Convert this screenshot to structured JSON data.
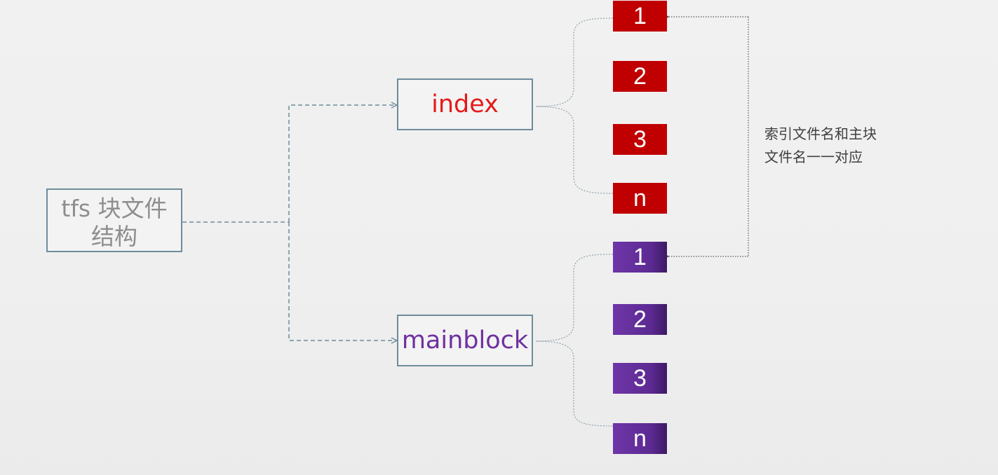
{
  "root": {
    "label_line1": "tfs 块文件",
    "label_line2": "结构"
  },
  "index": {
    "label": "index",
    "color": "#e51a1a",
    "tile_color": "#c00000",
    "items": [
      "1",
      "2",
      "3",
      "n"
    ]
  },
  "mainblock": {
    "label": "mainblock",
    "color": "#7030a0",
    "tile_color": "#6f35a8",
    "items": [
      "1",
      "2",
      "3",
      "n"
    ]
  },
  "note": {
    "line1": "索引文件名和主块",
    "line2": "文件名一一对应"
  }
}
